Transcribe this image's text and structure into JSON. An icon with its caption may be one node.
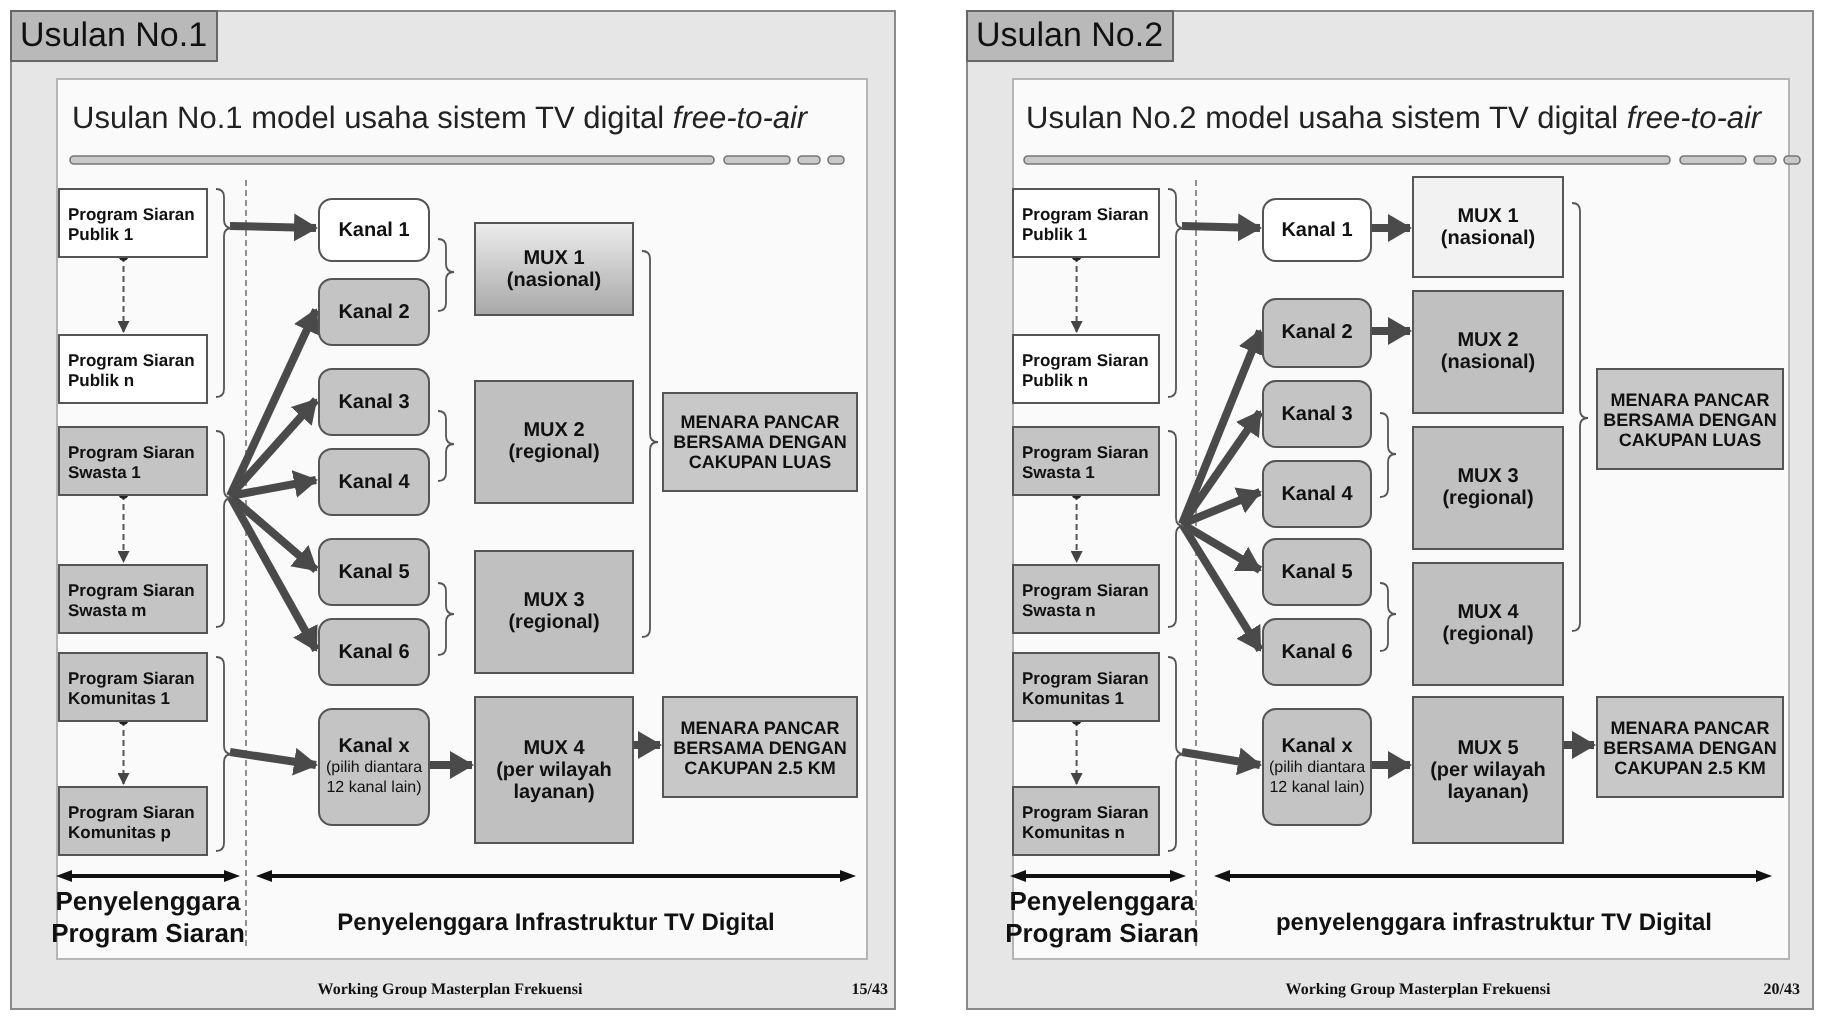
{
  "diagram": {
    "nodes": [
      {
        "text": [
          "Usulan No.1",
          "Usulan No.1 model usaha sistem TV digital *free-to-air*"
        ]
      },
      {
        "text": [
          "Program Siaran Publik 1"
        ],
        "in": 0
      },
      {
        "text": [
          "Program Siaran Publik n"
        ],
        "in": 0
      },
      {
        "text": [
          "Program Siaran Swasta 1"
        ],
        "in": 0
      },
      {
        "text": [
          "Program Siaran Swasta m"
        ],
        "in": 0
      },
      {
        "text": [
          "Program Siaran Komunitas 1"
        ],
        "in": 0
      },
      {
        "text": [
          "Program Siaran Komunitas p"
        ],
        "in": 0
      },
      {
        "text": [
          "Kanal 1"
        ],
        "in": 0
      },
      {
        "text": [
          "Kanal 2"
        ],
        "in": 0
      },
      {
        "text": [
          "Kanal 3"
        ],
        "in": 0
      },
      {
        "text": [
          "Kanal 4"
        ],
        "in": 0
      },
      {
        "text": [
          "Kanal 5"
        ],
        "in": 0
      },
      {
        "text": [
          "Kanal 6"
        ],
        "in": 0
      },
      {
        "text": [
          "Kanal x",
          "(pilih diantara 12 kanal lain)"
        ],
        "in": 0
      },
      {
        "text": [
          "MUX 1",
          "(nasional)"
        ],
        "in": 0
      },
      {
        "text": [
          "MUX 2",
          "(regional)"
        ],
        "in": 0
      },
      {
        "text": [
          "MUX 3",
          "(regional)"
        ],
        "in": 0
      },
      {
        "text": [
          "MUX 4",
          "(per wilayah layanan)"
        ],
        "in": 0
      },
      {
        "text": [
          "MENARA PANCAR BERSAMA DENGAN CAKUPAN LUAS"
        ],
        "in": 0
      },
      {
        "text": [
          "MENARA PANCAR BERSAMA DENGAN CAKUPAN 2.5 KM"
        ],
        "in": 0
      },
      {
        "text": [
          "Usulan No.2",
          "Usulan No.2 model usaha sistem TV digital *free-to-air*"
        ]
      },
      {
        "text": [
          "Program Siaran Publik 1"
        ],
        "in": 20
      },
      {
        "text": [
          "Program Siaran Publik n"
        ],
        "in": 20
      },
      {
        "text": [
          "Program Siaran Swasta 1"
        ],
        "in": 20
      },
      {
        "text": [
          "Program Siaran Swasta n"
        ],
        "in": 20
      },
      {
        "text": [
          "Program Siaran Komunitas 1"
        ],
        "in": 20
      },
      {
        "text": [
          "Program Siaran Komunitas n"
        ],
        "in": 20
      },
      {
        "text": [
          "Kanal 1"
        ],
        "in": 20
      },
      {
        "text": [
          "Kanal 2"
        ],
        "in": 20
      },
      {
        "text": [
          "Kanal 3"
        ],
        "in": 20
      },
      {
        "text": [
          "Kanal 4"
        ],
        "in": 20
      },
      {
        "text": [
          "Kanal 5"
        ],
        "in": 20
      },
      {
        "text": [
          "Kanal 6"
        ],
        "in": 20
      },
      {
        "text": [
          "Kanal x",
          "(pilih diantara 12 kanal lain)"
        ],
        "in": 20
      },
      {
        "text": [
          "MUX 1",
          "(nasional)"
        ],
        "in": 20
      },
      {
        "text": [
          "MUX 2",
          "(nasional)"
        ],
        "in": 20
      },
      {
        "text": [
          "MUX 3",
          "(regional)"
        ],
        "in": 20
      },
      {
        "text": [
          "MUX 4",
          "(regional)"
        ],
        "in": 20
      },
      {
        "text": [
          "MUX 5",
          "(per wilayah layanan)"
        ],
        "in": 20
      },
      {
        "text": [
          "MENARA PANCAR BERSAMA DENGAN CAKUPAN LUAS"
        ],
        "in": 20
      },
      {
        "text": [
          "MENARA PANCAR BERSAMA DENGAN CAKUPAN 2.5 KM"
        ],
        "in": 20
      },
      {
        "text": [],
        "shape": "brace",
        "in": 0
      },
      {
        "text": [],
        "shape": "brace",
        "in": 0
      },
      {
        "text": [],
        "shape": "brace",
        "in": 0
      },
      {
        "text": [],
        "shape": "brace",
        "in": 0
      },
      {
        "text": [],
        "shape": "brace",
        "in": 0
      },
      {
        "text": [],
        "shape": "brace",
        "in": 0
      },
      {
        "text": [],
        "shape": "brace",
        "in": 0
      },
      {
        "text": [],
        "shape": "brace",
        "in": 20
      },
      {
        "text": [],
        "shape": "brace",
        "in": 20
      },
      {
        "text": [],
        "shape": "brace",
        "in": 20
      },
      {
        "text": [],
        "shape": "brace",
        "in": 20
      },
      {
        "text": [],
        "shape": "brace",
        "in": 20
      },
      {
        "text": [],
        "shape": "brace",
        "in": 20
      }
    ],
    "edges": [
      {
        "from": 1,
        "to": 2,
        "arrow": "to",
        "style": "dashed"
      },
      {
        "from": 3,
        "to": 4,
        "arrow": "to",
        "style": "dashed"
      },
      {
        "from": 5,
        "to": 6,
        "arrow": "to",
        "style": "dashed"
      },
      {
        "from": 41,
        "to": 7,
        "arrow": "to"
      },
      {
        "from": 42,
        "to": 8,
        "arrow": "to"
      },
      {
        "from": 42,
        "to": 9,
        "arrow": "to"
      },
      {
        "from": 42,
        "to": 10,
        "arrow": "to"
      },
      {
        "from": 42,
        "to": 11,
        "arrow": "to"
      },
      {
        "from": 42,
        "to": 12,
        "arrow": "to"
      },
      {
        "from": 43,
        "to": 13,
        "arrow": "to"
      },
      {
        "from": 13,
        "to": 17,
        "arrow": "to"
      },
      {
        "from": 17,
        "to": 19,
        "arrow": "to"
      },
      {
        "from": 21,
        "to": 22,
        "arrow": "to",
        "style": "dashed"
      },
      {
        "from": 23,
        "to": 24,
        "arrow": "to",
        "style": "dashed"
      },
      {
        "from": 25,
        "to": 26,
        "arrow": "to",
        "style": "dashed"
      },
      {
        "from": 48,
        "to": 27,
        "arrow": "to"
      },
      {
        "from": 49,
        "to": 28,
        "arrow": "to"
      },
      {
        "from": 49,
        "to": 29,
        "arrow": "to"
      },
      {
        "from": 49,
        "to": 30,
        "arrow": "to"
      },
      {
        "from": 49,
        "to": 31,
        "arrow": "to"
      },
      {
        "from": 49,
        "to": 32,
        "arrow": "to"
      },
      {
        "from": 50,
        "to": 33,
        "arrow": "to"
      },
      {
        "from": 27,
        "to": 34,
        "arrow": "to"
      },
      {
        "from": 28,
        "to": 35,
        "arrow": "to"
      },
      {
        "from": 33,
        "to": 38,
        "arrow": "to"
      },
      {
        "from": 38,
        "to": 40,
        "arrow": "to"
      }
    ],
    "labels": [
      "Penyelenggara Program Siaran",
      "Penyelenggara Infrastruktur TV Digital",
      "Working Group Masterplan Frekuensi",
      "15/43",
      "Penyelenggara Program Siaran",
      "penyelenggara infrastruktur TV Digital",
      "Working Group Masterplan Frekuensi",
      "20/43"
    ]
  }
}
